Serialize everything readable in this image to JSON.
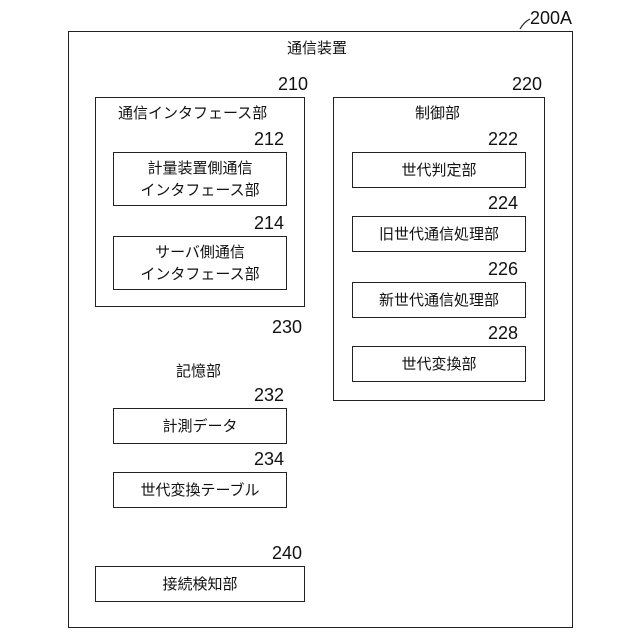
{
  "device": {
    "ref": "200A",
    "title": "通信装置"
  },
  "comm_interface": {
    "ref": "210",
    "title": "通信インタフェース部",
    "meter_side": {
      "ref": "212",
      "line1": "計量装置側通信",
      "line2": "インタフェース部"
    },
    "server_side": {
      "ref": "214",
      "line1": "サーバ側通信",
      "line2": "インタフェース部"
    }
  },
  "control": {
    "ref": "220",
    "title": "制御部",
    "generation_judge": {
      "ref": "222",
      "label": "世代判定部"
    },
    "old_gen_comm": {
      "ref": "224",
      "label": "旧世代通信処理部"
    },
    "new_gen_comm": {
      "ref": "226",
      "label": "新世代通信処理部"
    },
    "gen_convert": {
      "ref": "228",
      "label": "世代変換部"
    }
  },
  "storage": {
    "ref": "230",
    "title": "記憶部",
    "measurement_data": {
      "ref": "232",
      "label": "計測データ"
    },
    "gen_table": {
      "ref": "234",
      "label": "世代変換テーブル"
    }
  },
  "connection_detect": {
    "ref": "240",
    "label": "接続検知部"
  }
}
